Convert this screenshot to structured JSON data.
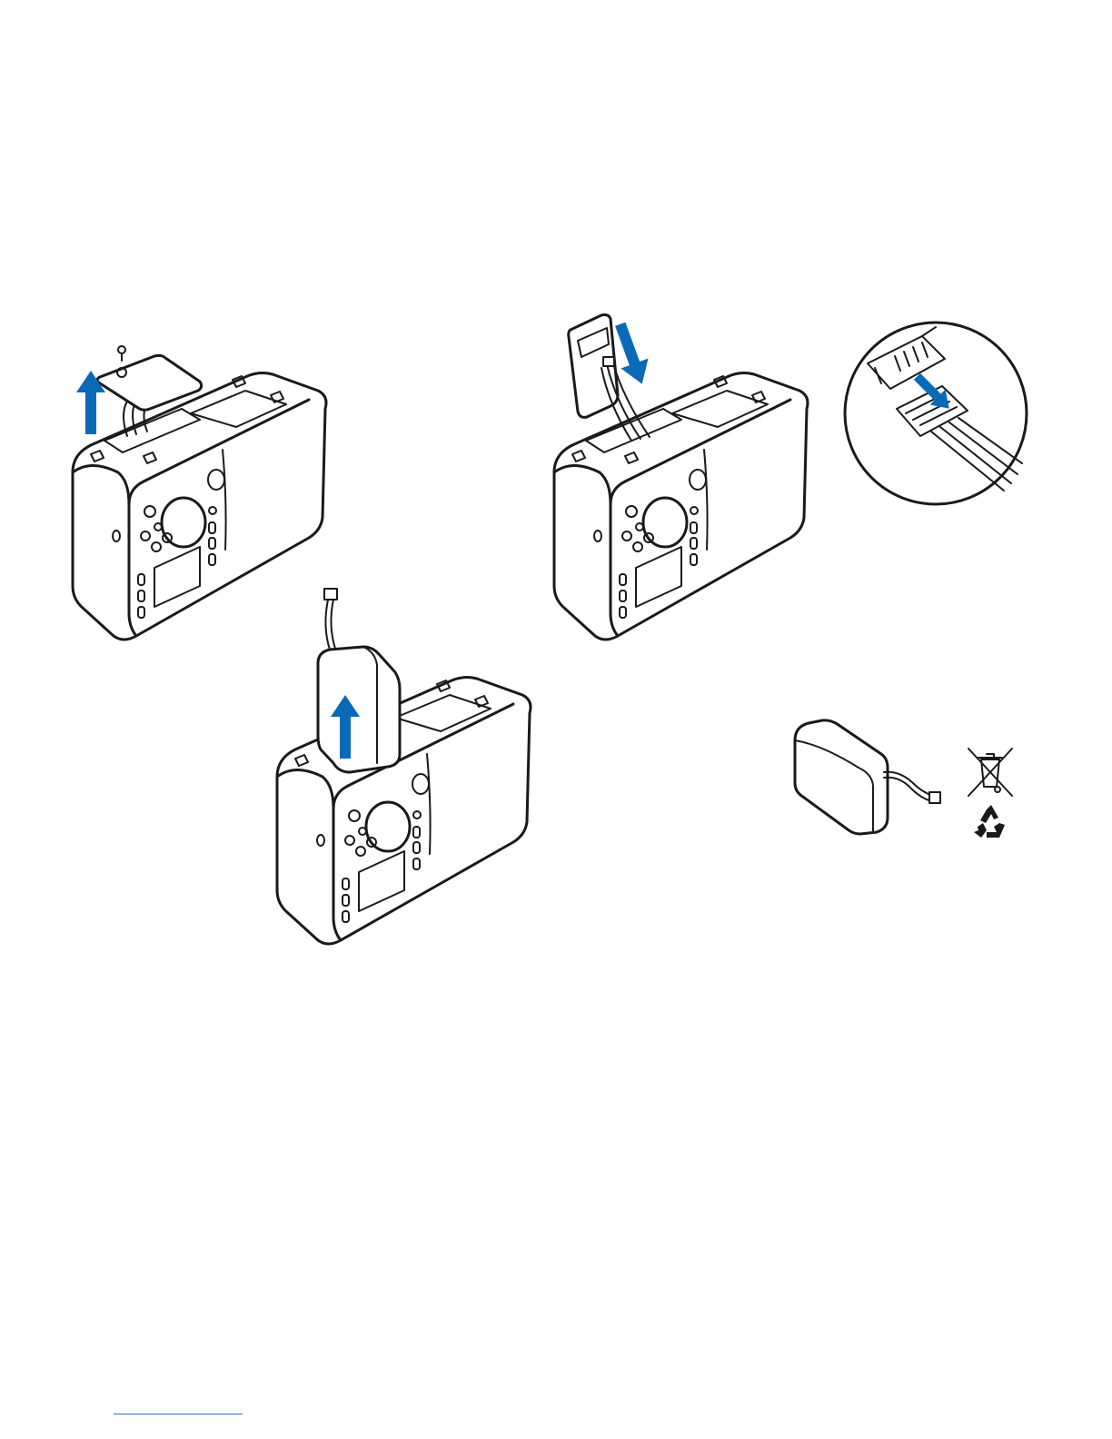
{
  "colors": {
    "ink": "#1a1a1a",
    "arrow": "#0a6ab8",
    "footer_rule": "#2b6bd6",
    "background": "#ffffff"
  },
  "figures": [
    {
      "id": "step1",
      "icon": "radio-remove-cover-icon"
    },
    {
      "id": "step2",
      "icon": "radio-disconnect-cable-icon"
    },
    {
      "id": "detail",
      "icon": "connector-detail-icon"
    },
    {
      "id": "step3",
      "icon": "radio-lift-battery-icon"
    },
    {
      "id": "step4",
      "icon": "battery-pack-icon"
    },
    {
      "id": "weee",
      "icon": "crossed-out-bin-icon"
    },
    {
      "id": "recycle",
      "icon": "recycle-icon"
    }
  ]
}
